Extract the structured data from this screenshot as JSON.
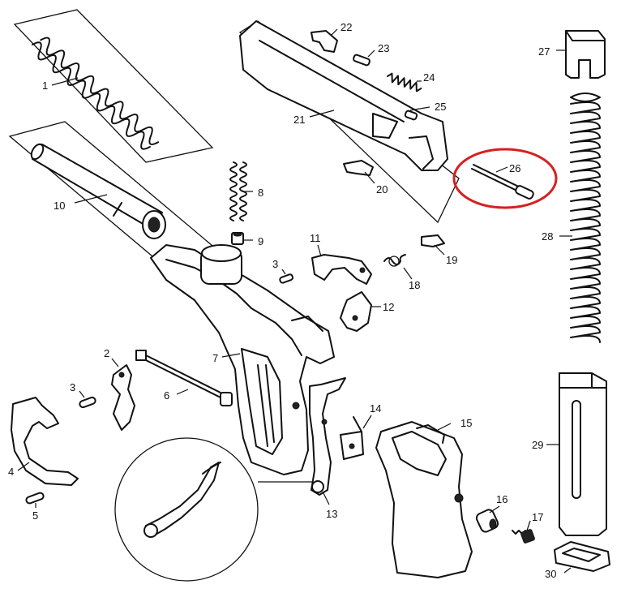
{
  "diagram": {
    "parts": [
      {
        "num": "1"
      },
      {
        "num": "2"
      },
      {
        "num": "3"
      },
      {
        "num": "3"
      },
      {
        "num": "4"
      },
      {
        "num": "5"
      },
      {
        "num": "6"
      },
      {
        "num": "7"
      },
      {
        "num": "8"
      },
      {
        "num": "9"
      },
      {
        "num": "10"
      },
      {
        "num": "11"
      },
      {
        "num": "12"
      },
      {
        "num": "13"
      },
      {
        "num": "14"
      },
      {
        "num": "15"
      },
      {
        "num": "16"
      },
      {
        "num": "17"
      },
      {
        "num": "18"
      },
      {
        "num": "19"
      },
      {
        "num": "20"
      },
      {
        "num": "21"
      },
      {
        "num": "22"
      },
      {
        "num": "23"
      },
      {
        "num": "24"
      },
      {
        "num": "25"
      },
      {
        "num": "26"
      },
      {
        "num": "27"
      },
      {
        "num": "28"
      },
      {
        "num": "29"
      },
      {
        "num": "30"
      }
    ],
    "highlight": {
      "part": "26",
      "color": "#d62020"
    }
  }
}
